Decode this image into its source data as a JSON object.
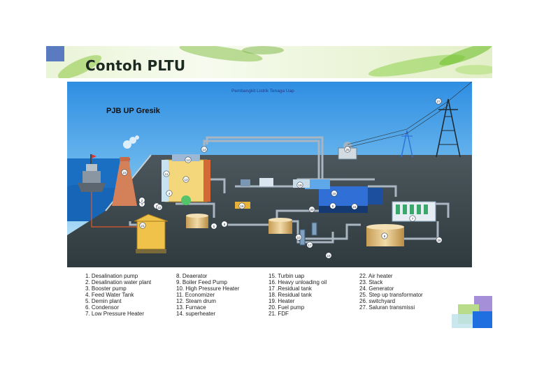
{
  "slide": {
    "title": "Contoh PLTU"
  },
  "diagram": {
    "title": "Pembangkit Listrik Tenaga Uap",
    "plant_name": "PJB UP Gresik",
    "markers": [
      "1",
      "2",
      "3",
      "4",
      "5",
      "6",
      "7",
      "8",
      "9",
      "10",
      "11",
      "12",
      "13",
      "14",
      "15",
      "16",
      "17",
      "18",
      "19",
      "20",
      "21",
      "22",
      "23",
      "24",
      "25",
      "26",
      "27"
    ]
  },
  "legend": {
    "col1": [
      "1. Desalination pump",
      "2. Desalination water plant",
      "3. Booster pump",
      "4. Feed Water Tank",
      "5. Demin plant",
      "6. Condensor",
      "7. Low Pressure Heater"
    ],
    "col2": [
      "8. Deaerator",
      "9. Boiler Feed Pump",
      "10. High Pressure Heater",
      "11. Economizer",
      "12. Steam drum",
      "13. Furnace",
      "14. superheater"
    ],
    "col3": [
      "15. Turbin uap",
      "16. Heavy unloading oil",
      "17 .Residual tank",
      "18. Residual tank",
      "19. Heater",
      "20. Fuel pump",
      "21. FDF"
    ],
    "col4": [
      "22. Air heater",
      "23. Stack",
      "24. Generator",
      "25. Step up transformator",
      "26. switchyard",
      "27. Saluran transmissi"
    ]
  },
  "colors": {
    "sky": "#57aee8",
    "ground": "#3e4a4f",
    "pipe": "#9aa7b3",
    "accent": "#2f6fd6",
    "tank": "#e4c58a"
  }
}
